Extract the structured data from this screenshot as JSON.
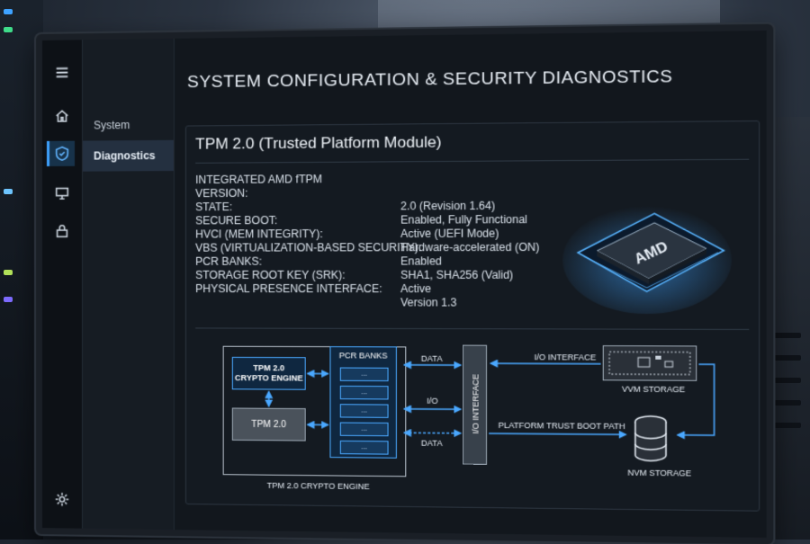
{
  "app": {
    "title": "SYSTEM CONFIGURATION & SECURITY DIAGNOSTICS"
  },
  "rail": {
    "icons": [
      "menu-icon",
      "home-icon",
      "shield-icon",
      "monitor-icon",
      "lock-icon",
      "gear-icon"
    ]
  },
  "sidebar": {
    "items": [
      {
        "label": "System"
      },
      {
        "label": "Diagnostics"
      }
    ]
  },
  "card": {
    "title": "TPM 2.0 (Trusted Platform Module)",
    "properties": [
      {
        "label": "INTEGRATED AMD fTPM",
        "value": ""
      },
      {
        "label": "VERSION:",
        "value": ""
      },
      {
        "label": "STATE:",
        "value": "2.0 (Revision 1.64)"
      },
      {
        "label": "SECURE BOOT:",
        "value": "Enabled, Fully Functional"
      },
      {
        "label": "HVCI (MEM INTEGRITY):",
        "value": "Active (UEFI Mode)"
      },
      {
        "label": "VBS (VIRTUALIZATION-BASED SECURITY):",
        "value": "Hardware-accelerated (ON)"
      },
      {
        "label": "PCR BANKS:",
        "value": "Enabled"
      },
      {
        "label": "STORAGE ROOT KEY (SRK):",
        "value": "SHA1, SHA256 (Valid)"
      },
      {
        "label": "PHYSICAL PRESENCE INTERFACE:",
        "value": "Active"
      },
      {
        "label": "",
        "value": "Version 1.3"
      }
    ],
    "chip_brand": "AMD"
  },
  "diagram": {
    "crypto_engine_line1": "TPM 2.0",
    "crypto_engine_line2": "CRYPTO ENGINE",
    "tpm_box": "TPM 2.0",
    "pcr_title": "PCR BANKS",
    "pcr_slots": [
      "...",
      "...",
      "...",
      "...",
      "..."
    ],
    "group_caption": "TPM 2.0 CRYPTO ENGINE",
    "io_bar_label": "I/O INTERFACE",
    "edge_data_top": "DATA",
    "edge_io": "I/O",
    "edge_data_bottom": "DATA",
    "edge_io_interface": "I/O INTERFACE",
    "edge_platform_trust": "PLATFORM TRUST BOOT PATH",
    "vvm_caption": "VVM STORAGE",
    "nvm_caption": "NVM STORAGE"
  },
  "colors": {
    "accent": "#3ea2ff",
    "background": "#12171d"
  }
}
